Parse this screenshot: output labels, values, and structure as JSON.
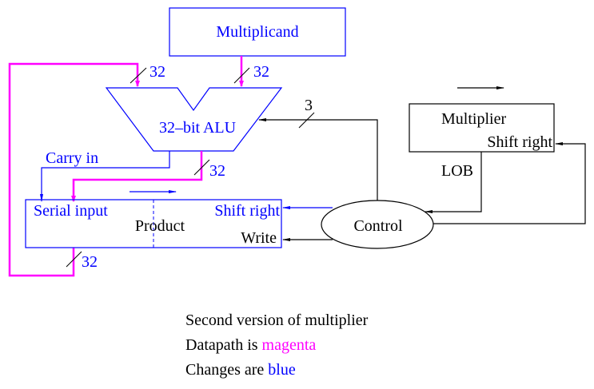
{
  "colors": {
    "datapath": "#ff00ff",
    "changes": "#0000ff",
    "control": "#000000"
  },
  "blocks": {
    "multiplicand": "Multiplicand",
    "alu": "32–bit ALU",
    "product": "Product",
    "product_serial_input": "Serial input",
    "product_shift_right": "Shift right",
    "product_write": "Write",
    "multiplier": "Multiplier",
    "multiplier_shift_right": "Shift right",
    "control": "Control"
  },
  "signals": {
    "carry_in": "Carry in",
    "lob": "LOB",
    "bus_width_alu_left": "32",
    "bus_width_alu_right": "32",
    "bus_width_alu_out": "32",
    "bus_width_product_out": "32",
    "alu_control_width": "3"
  },
  "caption": {
    "line1": "Second version of multiplier",
    "line2_prefix": "Datapath is ",
    "line2_highlight": "magenta",
    "line3_prefix": "Changes are ",
    "line3_highlight": "blue"
  }
}
